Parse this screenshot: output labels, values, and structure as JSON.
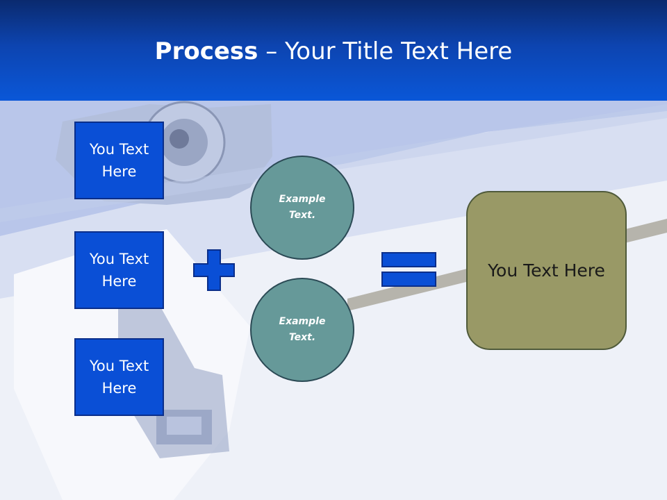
{
  "title": {
    "bold": "Process",
    "dash": " – ",
    "rest": "Your Title Text Here"
  },
  "inputs": [
    {
      "label": "You Text Here"
    },
    {
      "label": "You Text Here"
    },
    {
      "label": "You Text Here"
    }
  ],
  "examples": [
    {
      "label": "Example Text."
    },
    {
      "label": "Example Text."
    }
  ],
  "result": {
    "label": "You Text Here"
  },
  "operators": {
    "plus": "plus-icon",
    "equals": "equals-icon"
  },
  "colors": {
    "header": "#0d44b0",
    "box_fill": "#0a4fd6",
    "circle_fill": "#669999",
    "result_fill": "#999966"
  }
}
